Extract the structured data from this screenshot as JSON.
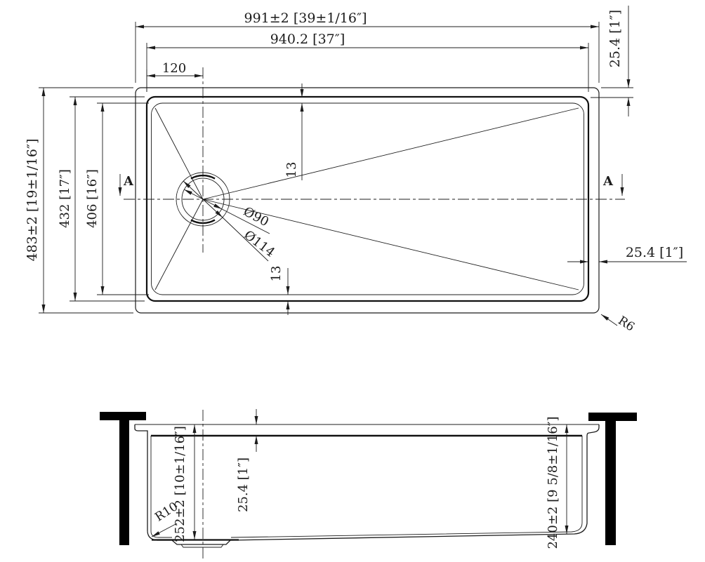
{
  "drawing": {
    "title": "sink-technical-drawing",
    "top_view": {
      "dim_overall_width": "991±2 [39±1/16″]",
      "dim_rim_width": "940.2 [37″]",
      "dim_drain_offset": "120",
      "dim_flange_top_right": "25.4 [1″]",
      "dim_overall_depth": "483±2 [19±1/16″]",
      "dim_rim_depth": "432 [17″]",
      "dim_bowl_depth": "406 [16″]",
      "dim_slope_top": "13",
      "dim_slope_bottom": "13",
      "dim_drain_inner": "Ø90",
      "dim_drain_outer": "Ø114",
      "dim_flange_right": "25.4 [1″]",
      "dim_corner_radius": "R6",
      "section_marker_left": "A",
      "section_marker_right": "A"
    },
    "section_view": {
      "dim_depth_overall": "252±2 [10±1/16″]",
      "dim_rim_height": "25.4 [1″]",
      "dim_depth_inner": "240±2 [9 5/8±1/16″]",
      "dim_bottom_radius": "R10"
    }
  }
}
